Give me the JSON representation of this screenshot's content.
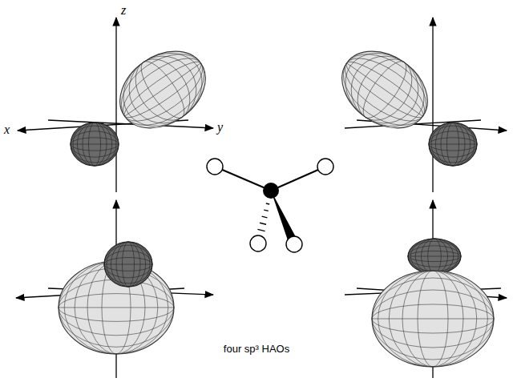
{
  "diagram": {
    "labels": [
      "z",
      "x",
      "y",
      "four sp³ HAOs"
    ]
  }
}
